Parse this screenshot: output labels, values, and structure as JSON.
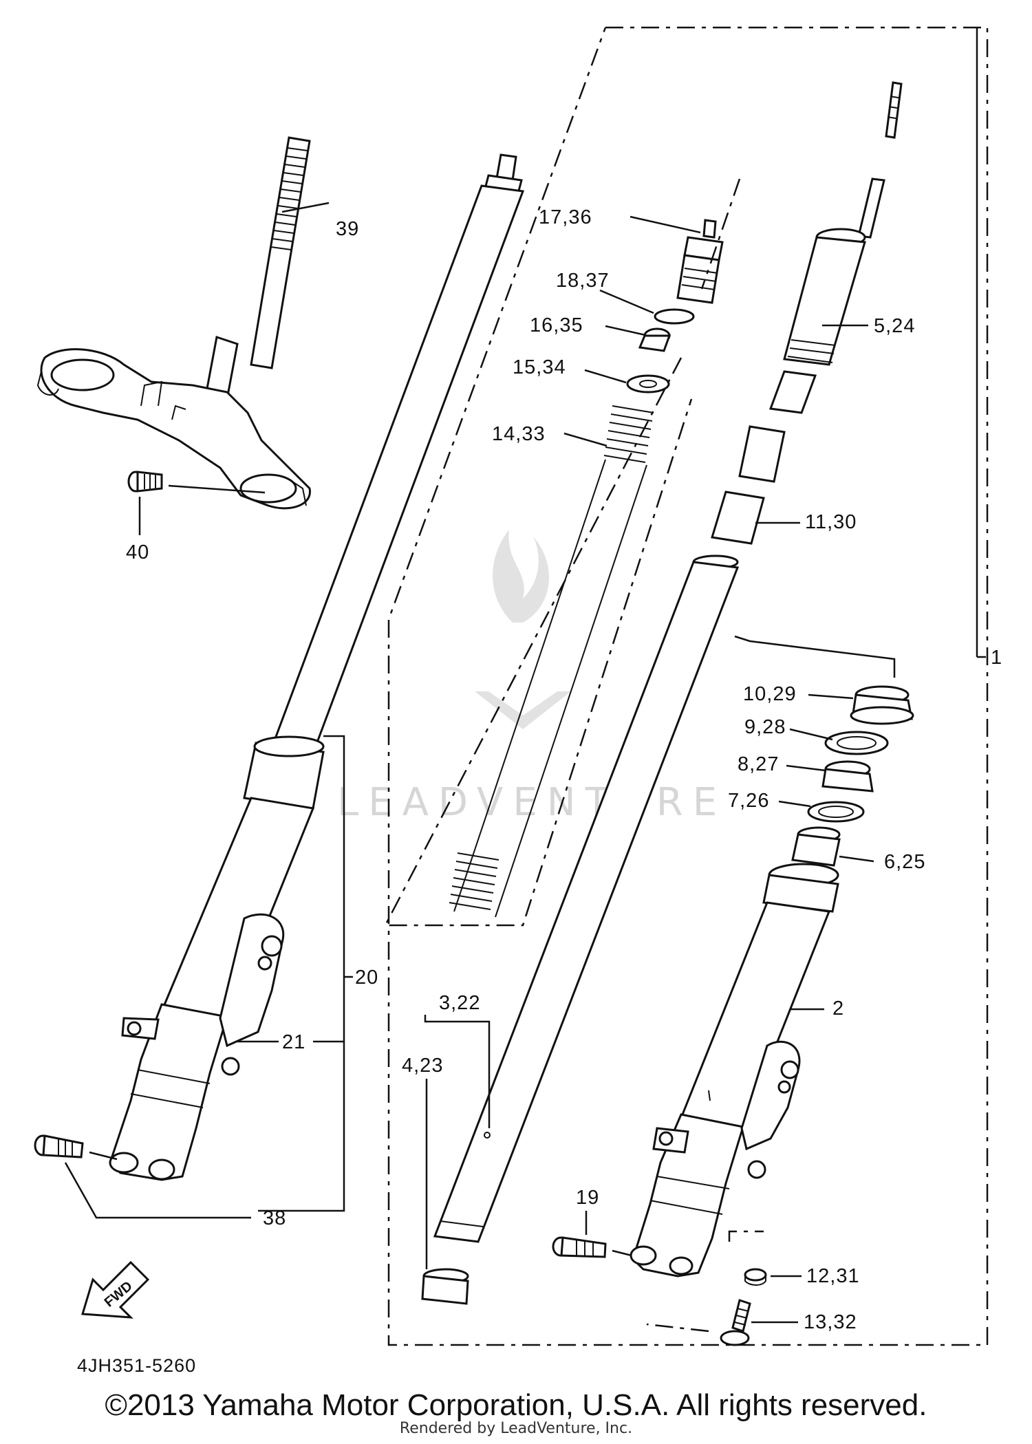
{
  "diagram_code": "4JH351-5260",
  "fwd_label": "FWD",
  "watermark": "LEADVENTURE",
  "copyright": "©2013 Yamaha Motor Corporation, U.S.A. All rights reserved.",
  "rendered_by": "Rendered by LeadVenture, Inc.",
  "callouts": {
    "c1": "1",
    "c2": "2",
    "c3_22": "3,22",
    "c4_23": "4,23",
    "c5_24": "5,24",
    "c6_25": "6,25",
    "c7_26": "7,26",
    "c8_27": "8,27",
    "c9_28": "9,28",
    "c10_29": "10,29",
    "c11_30": "11,30",
    "c12_31": "12,31",
    "c13_32": "13,32",
    "c14_33": "14,33",
    "c15_34": "15,34",
    "c16_35": "16,35",
    "c17_36": "17,36",
    "c18_37": "18,37",
    "c19": "19",
    "c20": "20",
    "c21": "21",
    "c38": "38",
    "c39": "39",
    "c40": "40"
  }
}
